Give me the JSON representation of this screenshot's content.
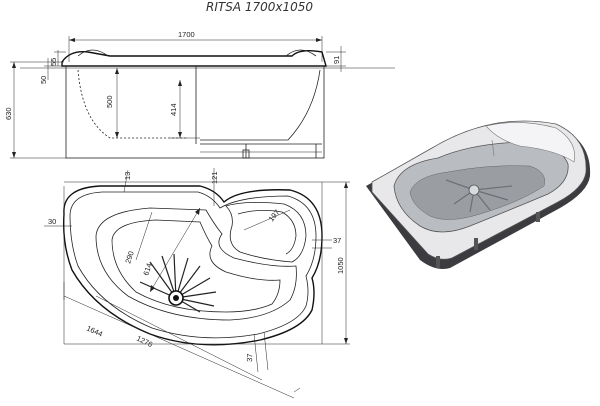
{
  "title": "RITSA 1700x1050",
  "side_view": {
    "width_label": "1700",
    "left_dims": [
      "630",
      "50",
      "55"
    ],
    "inner_dims": [
      "500",
      "414"
    ],
    "right_dim": "91"
  },
  "plan_view": {
    "top_dims": [
      "13",
      "121"
    ],
    "left_dim": "30",
    "right_dims": [
      "37",
      "1050"
    ],
    "inner_dims": [
      "290",
      "614",
      "197"
    ],
    "bottom_dims": [
      "1644",
      "1276",
      "37"
    ]
  },
  "render": {
    "shell_color": "#e8e8ea",
    "interior_color": "#b9bcc0",
    "shadow_color": "#3c3c40"
  }
}
